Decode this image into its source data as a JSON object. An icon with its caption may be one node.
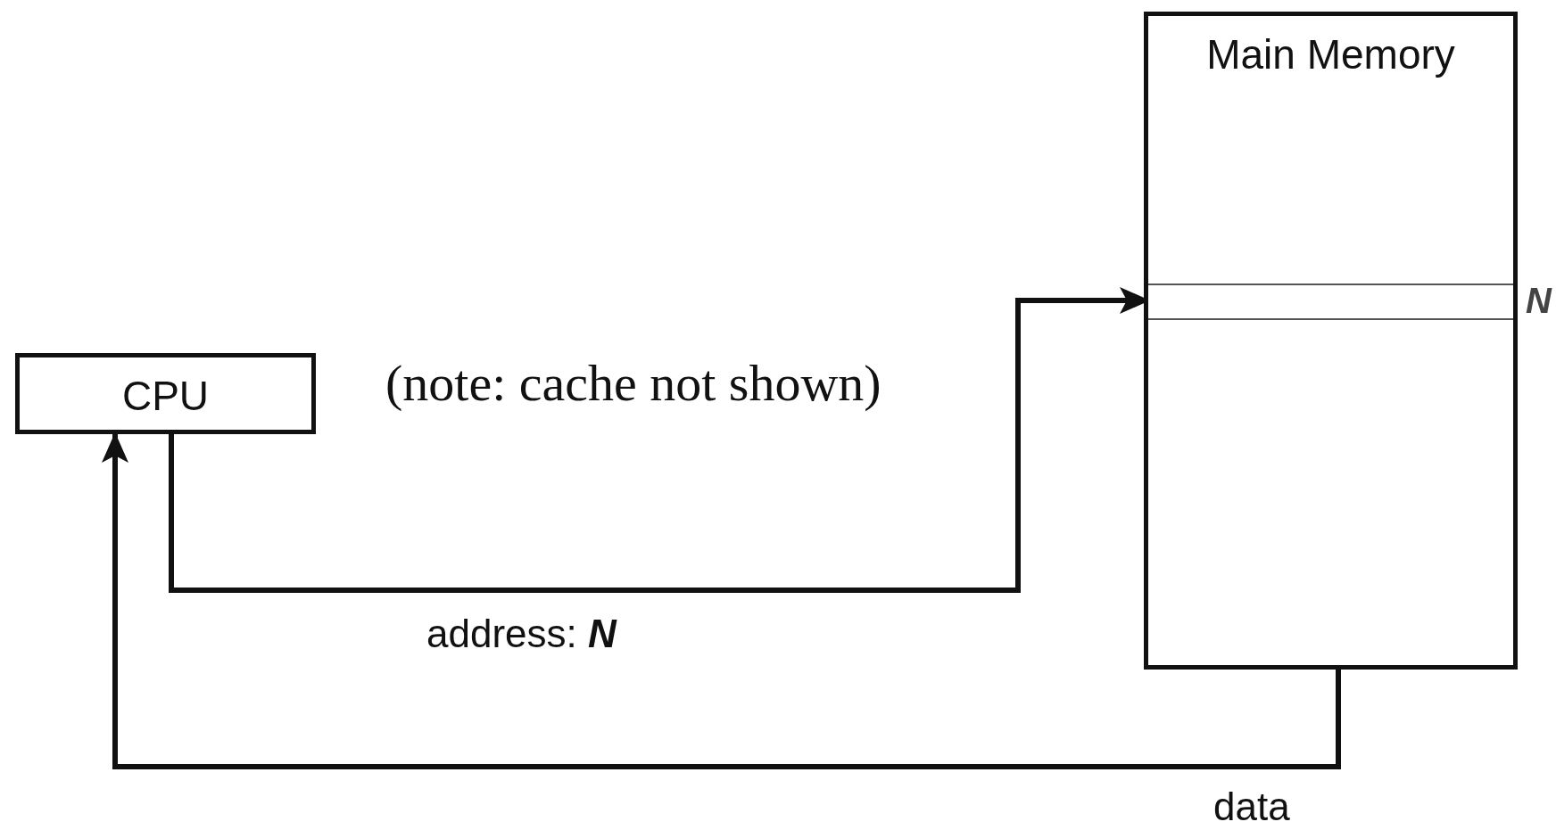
{
  "diagram": {
    "nodes": [
      {
        "text": [
          "CPU"
        ]
      },
      {
        "text": [
          "Main Memory"
        ]
      },
      {
        "text": [],
        "shape": "box",
        "in": 1,
        "beside": [
          "N"
        ]
      }
    ],
    "edges": [
      {
        "from": 0,
        "to": 2,
        "arrow": "to",
        "label": "address: **N**"
      },
      {
        "from": 1,
        "to": 0,
        "arrow": "to",
        "label": "data"
      }
    ],
    "labels": [
      "(note: cache not shown)"
    ]
  }
}
